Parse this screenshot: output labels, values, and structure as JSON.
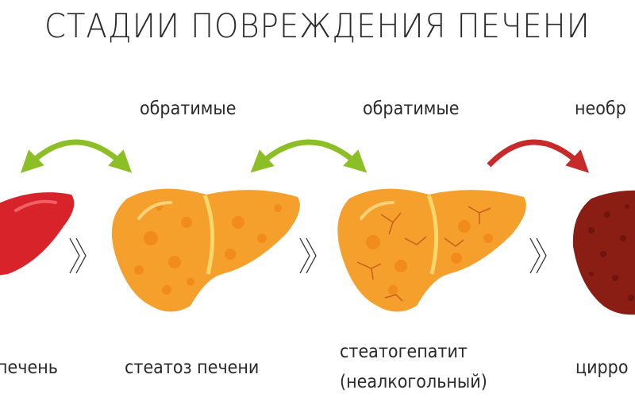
{
  "title": "СТАДИИ ПОВРЕЖДЕНИЯ ПЕЧЕНИ",
  "transitions": [
    {
      "label": "обратимые",
      "color": "#8cbf26"
    },
    {
      "label": "обратимые",
      "color": "#8cbf26"
    },
    {
      "label": "необр",
      "color": "#c62a2a"
    }
  ],
  "stages": [
    {
      "label": "печень",
      "color": "#d9232a"
    },
    {
      "label": "стеатоз печени",
      "color": "#f5a02c"
    },
    {
      "label_line1": "стеатогепатит",
      "label_line2": "(неалкогольный)",
      "color": "#f5a02c"
    },
    {
      "label": "цирро",
      "color": "#8a1e14"
    }
  ],
  "icons": [
    "curved-double-arrow",
    "curved-arrow",
    "chevron-double-right",
    "liver"
  ]
}
